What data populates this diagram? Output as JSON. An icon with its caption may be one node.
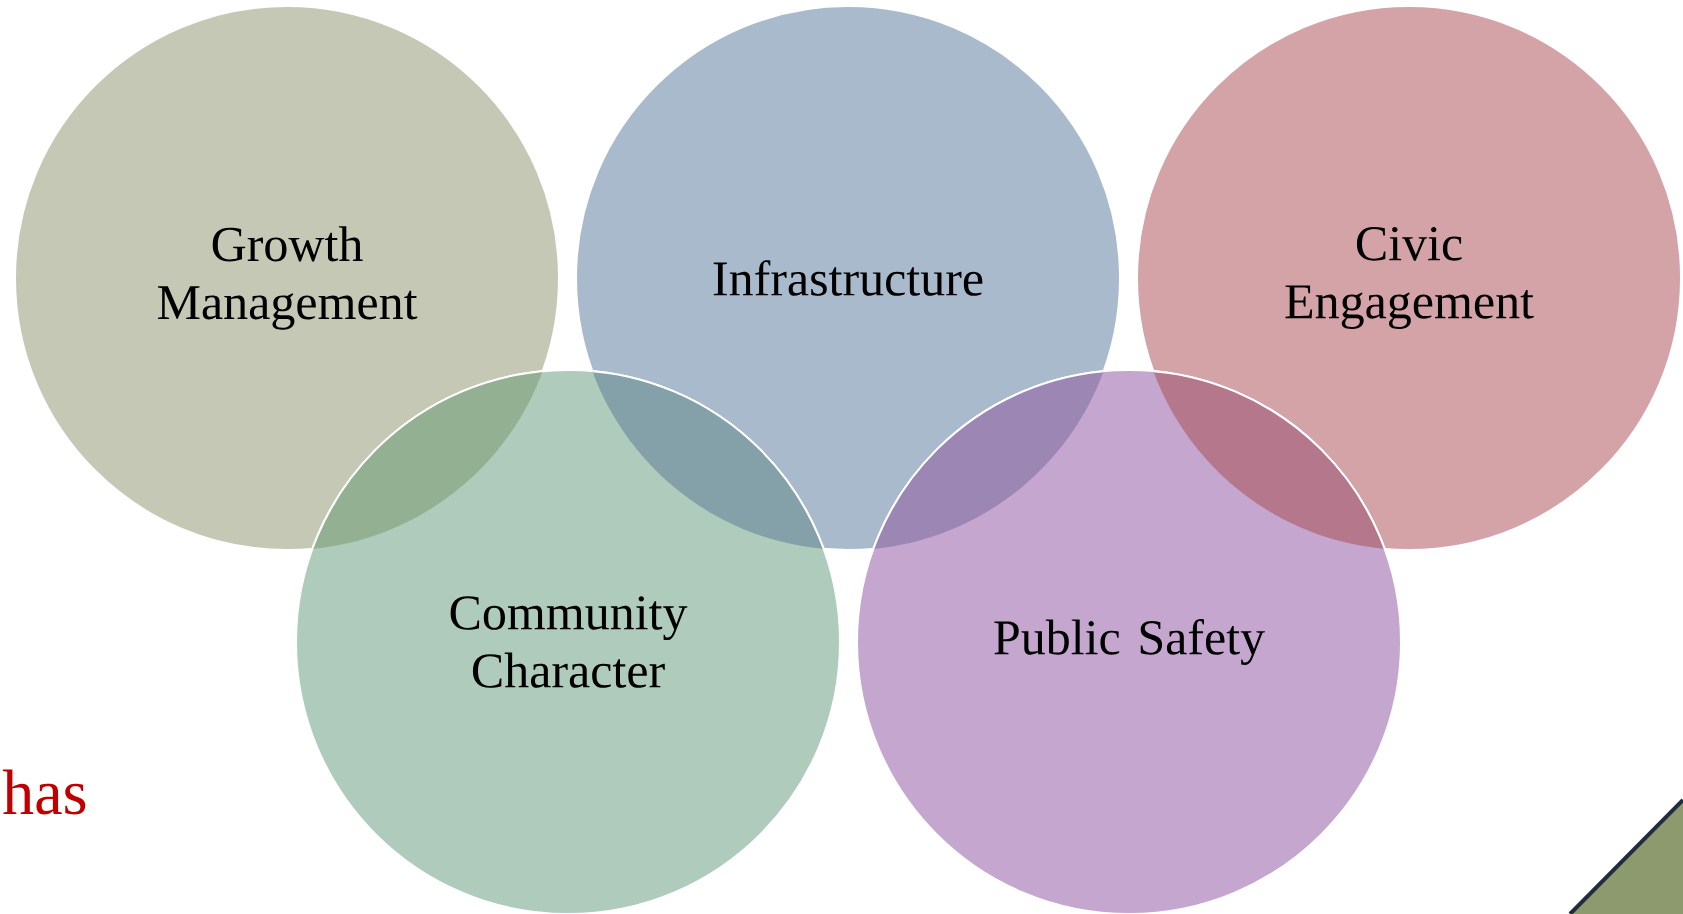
{
  "diagram": {
    "nodes": [
      {
        "text": [
          "Growth Management"
        ]
      },
      {
        "text": [
          "Infrastructure"
        ]
      },
      {
        "text": [
          "Civic Engagement"
        ]
      },
      {
        "text": [
          "Community Character"
        ]
      },
      {
        "text": [
          "Public Safety"
        ]
      }
    ],
    "labels": [
      "has"
    ]
  }
}
